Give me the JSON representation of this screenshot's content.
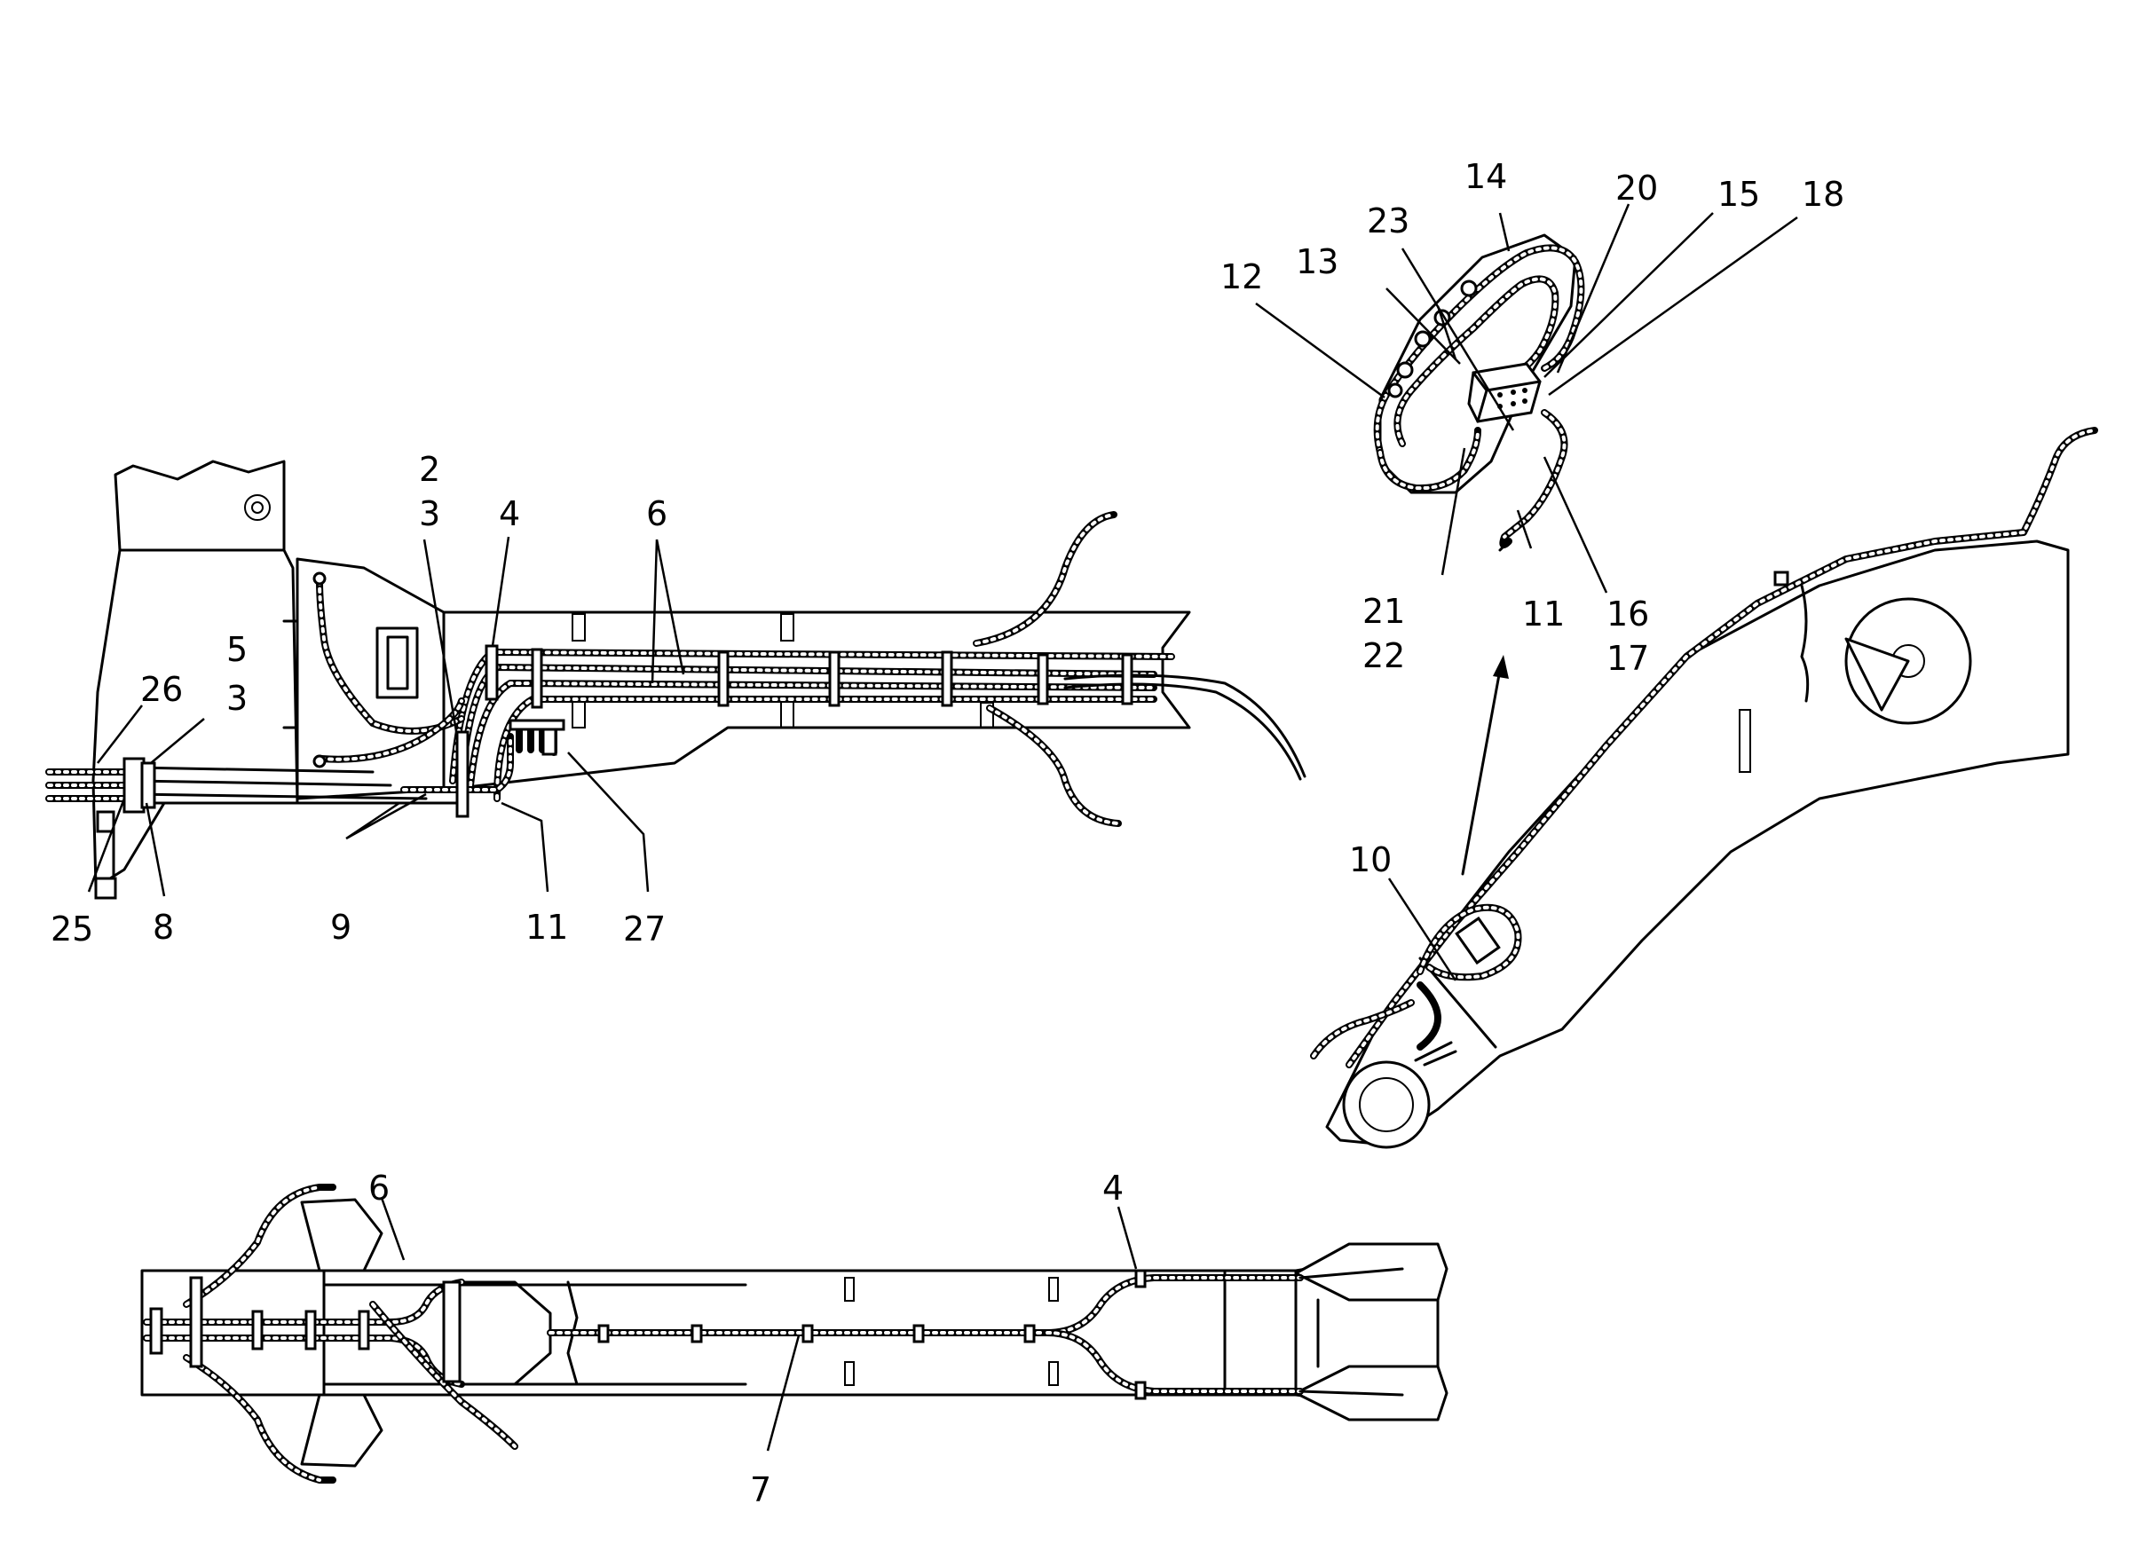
{
  "callouts": {
    "a2": "2",
    "a3": "3",
    "a4": "4",
    "a6": "6",
    "a5": "5",
    "a26": "26",
    "a3b": "3",
    "a25": "25",
    "a8": "8",
    "a9": "9",
    "a11": "11",
    "a27": "27",
    "b14": "14",
    "b23": "23",
    "b20": "20",
    "b15": "15",
    "b18": "18",
    "b13": "13",
    "b12": "12",
    "b21": "21",
    "b22": "22",
    "b11": "11",
    "b16": "16",
    "b17": "17",
    "b10": "10",
    "c6": "6",
    "c4": "4",
    "c7": "7"
  }
}
